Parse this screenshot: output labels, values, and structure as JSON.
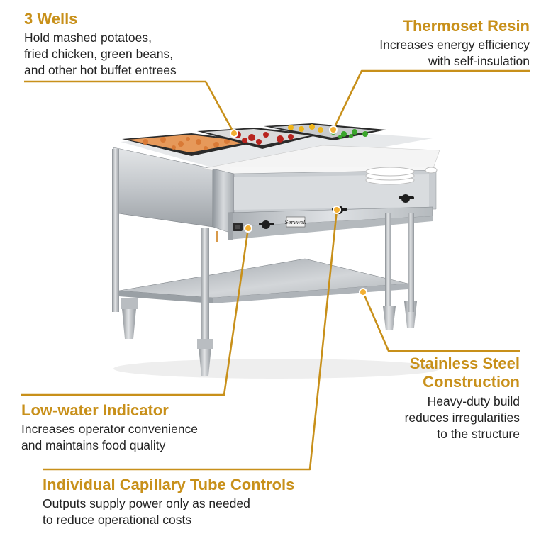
{
  "accent_color": "#c8901a",
  "callouts": {
    "wells": {
      "title": "3 Wells",
      "lines": [
        "Hold mashed potatoes,",
        "fried chicken, green beans,",
        "and other hot buffet entrees"
      ]
    },
    "resin": {
      "title": "Thermoset Resin",
      "lines": [
        "Increases energy efficiency",
        "with self-insulation"
      ]
    },
    "steel": {
      "title_lines": [
        "Stainless Steel",
        "Construction"
      ],
      "lines": [
        "Heavy-duty build",
        "reduces irregularities",
        "to the structure"
      ]
    },
    "lowwater": {
      "title": "Low-water Indicator",
      "lines": [
        "Increases operator convenience",
        "and maintains food quality"
      ]
    },
    "controls": {
      "title": "Individual Capillary Tube Controls",
      "lines": [
        "Outputs supply power only as needed",
        "to reduce operational costs"
      ]
    }
  },
  "product": {
    "badge_text": "Servwell",
    "icon": "steam-table-illustration"
  }
}
